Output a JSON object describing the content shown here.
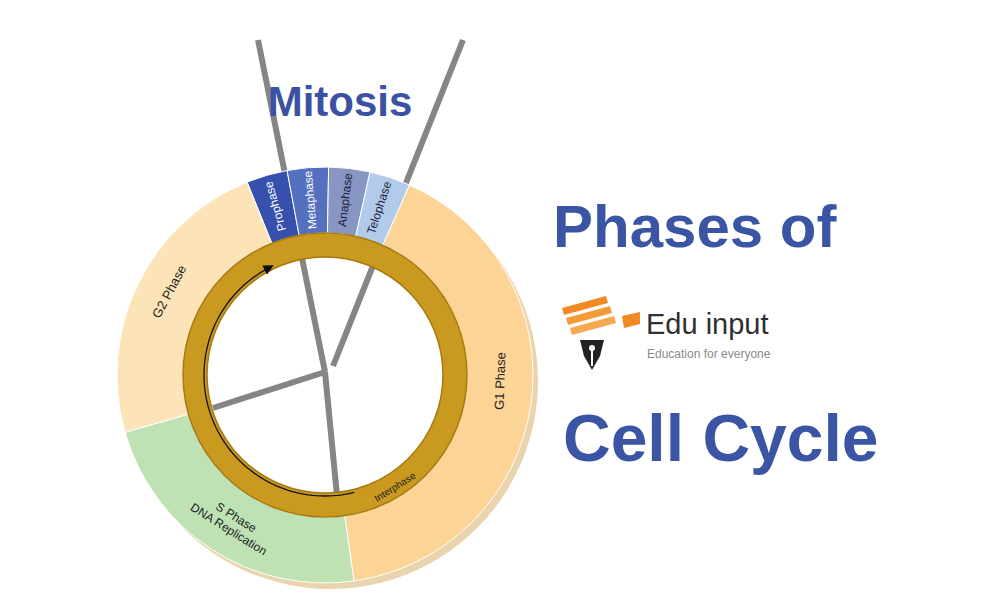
{
  "diagram": {
    "nodes": [
      {
        "text": [
          "Prophase"
        ]
      },
      {
        "text": [
          "Metaphase"
        ]
      },
      {
        "text": [
          "Anaphase"
        ]
      },
      {
        "text": [
          "Telophase"
        ]
      },
      {
        "text": [
          "G1 Phase"
        ]
      },
      {
        "text": [
          "S Phase",
          "DNA Replication"
        ]
      },
      {
        "text": [
          "G2 Phase"
        ]
      },
      {
        "text": [
          "Interphase"
        ]
      }
    ],
    "labels": [
      "Mitosis",
      "Phases of",
      "Edu input",
      "Education for everyone",
      "Cell Cycle"
    ]
  }
}
